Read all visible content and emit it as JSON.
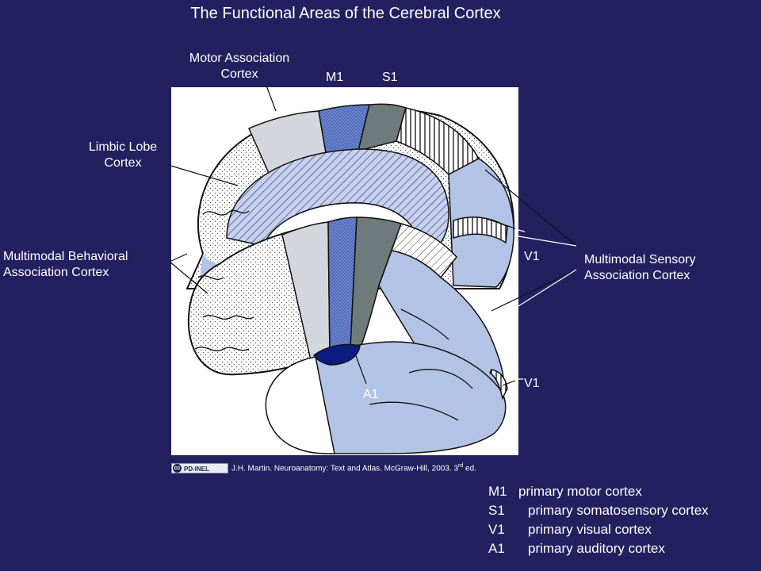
{
  "title": "The Functional Areas of the Cerebral Cortex",
  "labels": {
    "motor_association": [
      "Motor Association",
      "Cortex"
    ],
    "m1": "M1",
    "s1": "S1",
    "limbic": [
      "Limbic Lobe",
      "Cortex"
    ],
    "multimodal_behavioral": [
      "Multimodal Behavioral",
      "Association Cortex"
    ],
    "v1_upper": "V1",
    "multimodal_sensory": [
      "Multimodal Sensory",
      "Association Cortex"
    ],
    "v1_lower": "V1",
    "a1": "A1"
  },
  "credit": {
    "badge_icon": "cc",
    "badge_text": "PD-INEL",
    "citation": "J.H. Martin. Neuroanatomy: Text and Atlas. McGraw-Hill, 2003. 3",
    "superscript": "rd",
    "suffix": " ed."
  },
  "legend": [
    {
      "abbr": "M1",
      "desc": "primary motor cortex"
    },
    {
      "abbr": "S1",
      "desc": "primary somatosensory cortex"
    },
    {
      "abbr": "V1",
      "desc": "primary visual cortex"
    },
    {
      "abbr": "A1",
      "desc": "primary auditory cortex"
    }
  ],
  "colors": {
    "background": "#24205f",
    "sensory_association": "#b3c3e6",
    "motor_cortex": "#6a86d2",
    "somatosensory_cortex": "#6f7a7c",
    "auditory_cortex": "#0d1a80",
    "motor_association_cortex": "#d3d6dc"
  }
}
